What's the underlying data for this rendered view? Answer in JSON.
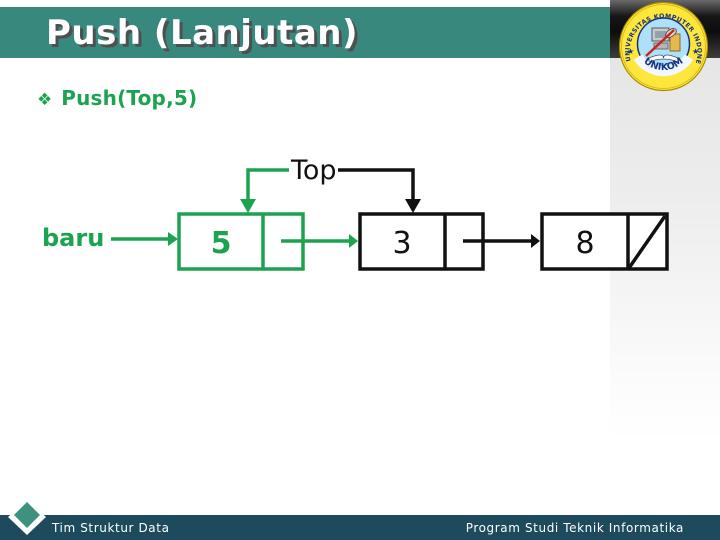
{
  "slide": {
    "title": "Push (Lanjutan)",
    "bullet_icon": "❖",
    "bullet_text": "Push(Top,5)"
  },
  "diagram": {
    "top_label": "Top",
    "baru_label": "baru",
    "nodes": [
      {
        "value": "5",
        "role": "new-node",
        "outline": "green"
      },
      {
        "value": "3",
        "role": "old-top-node",
        "outline": "black"
      },
      {
        "value": "8",
        "role": "tail-node",
        "outline": "black",
        "next": "null"
      }
    ]
  },
  "footer": {
    "left_text": "Tim Struktur Data",
    "right_text": "Program Studi Teknik Informatika"
  },
  "logo": {
    "org_text": "UNIVERSITAS KOMPUTER INDONESIA",
    "badge_text": "UNIKOM"
  },
  "colors": {
    "title_band_teal": "#38887d",
    "accent_green": "#1ca351",
    "line_black": "#111111",
    "footer_band": "#1d4a5c",
    "diamond_inner_teal": "#3f917f",
    "logo_yellow": "#ffe63b",
    "logo_light_blue": "#aee0f8",
    "logo_dark_blue": "#16337f",
    "logo_red": "#cc2222"
  }
}
